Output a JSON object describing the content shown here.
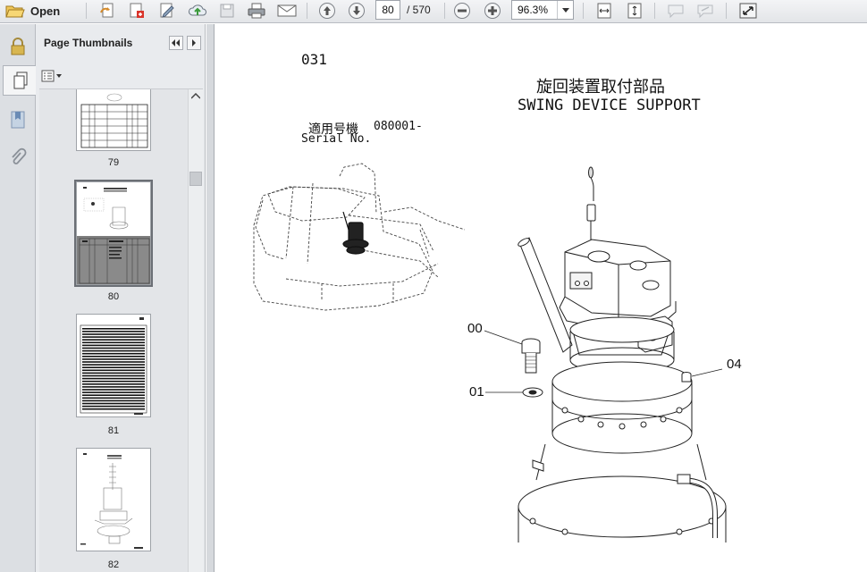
{
  "toolbar": {
    "open_label": "Open",
    "current_page": "80",
    "total_pages": "/ 570",
    "zoom": "96.3%",
    "icons": [
      "open-folder-icon",
      "page-return-icon",
      "create-pdf-icon",
      "edit-icon",
      "upload-icon",
      "save-icon",
      "print-icon",
      "email-icon",
      "previous-page-icon",
      "next-page-icon",
      "zoom-out-icon",
      "zoom-in-icon",
      "zoom-dropdown-icon",
      "fit-width-icon",
      "fit-page-icon",
      "comment-icon",
      "sign-icon",
      "fullscreen-icon"
    ]
  },
  "nav": {
    "icons": [
      "lock-icon",
      "pages-icon",
      "bookmark-icon",
      "attachment-icon"
    ]
  },
  "panel": {
    "title": "Page Thumbnails",
    "thumbnails": [
      {
        "label": "79"
      },
      {
        "label": "80"
      },
      {
        "label": "81"
      },
      {
        "label": "82"
      }
    ]
  },
  "document": {
    "page_code": "031",
    "title_jp": "旋回装置取付部品",
    "title_en": "SWING DEVICE SUPPORT",
    "applicable_jp": "適用号機",
    "serial_from": "080001-",
    "serial_label": "Serial No.",
    "callouts": [
      "00",
      "01",
      "04"
    ]
  }
}
